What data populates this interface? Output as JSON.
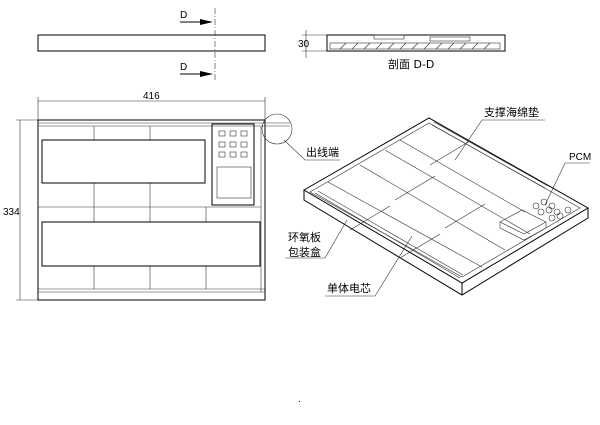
{
  "elevation": {
    "section_mark_top": "D",
    "section_mark_bottom": "D"
  },
  "section": {
    "height_dim": "30",
    "title": "剖面 D-D"
  },
  "plan": {
    "width_dim": "416",
    "height_dim": "334",
    "callout_outlet": "出线端"
  },
  "isometric": {
    "label_sponge": "支撑海绵垫",
    "label_pcm": "PCM",
    "label_epoxy": "环氧板",
    "label_box": "包装盒",
    "label_cell": "单体电芯"
  },
  "footer_dot": "."
}
